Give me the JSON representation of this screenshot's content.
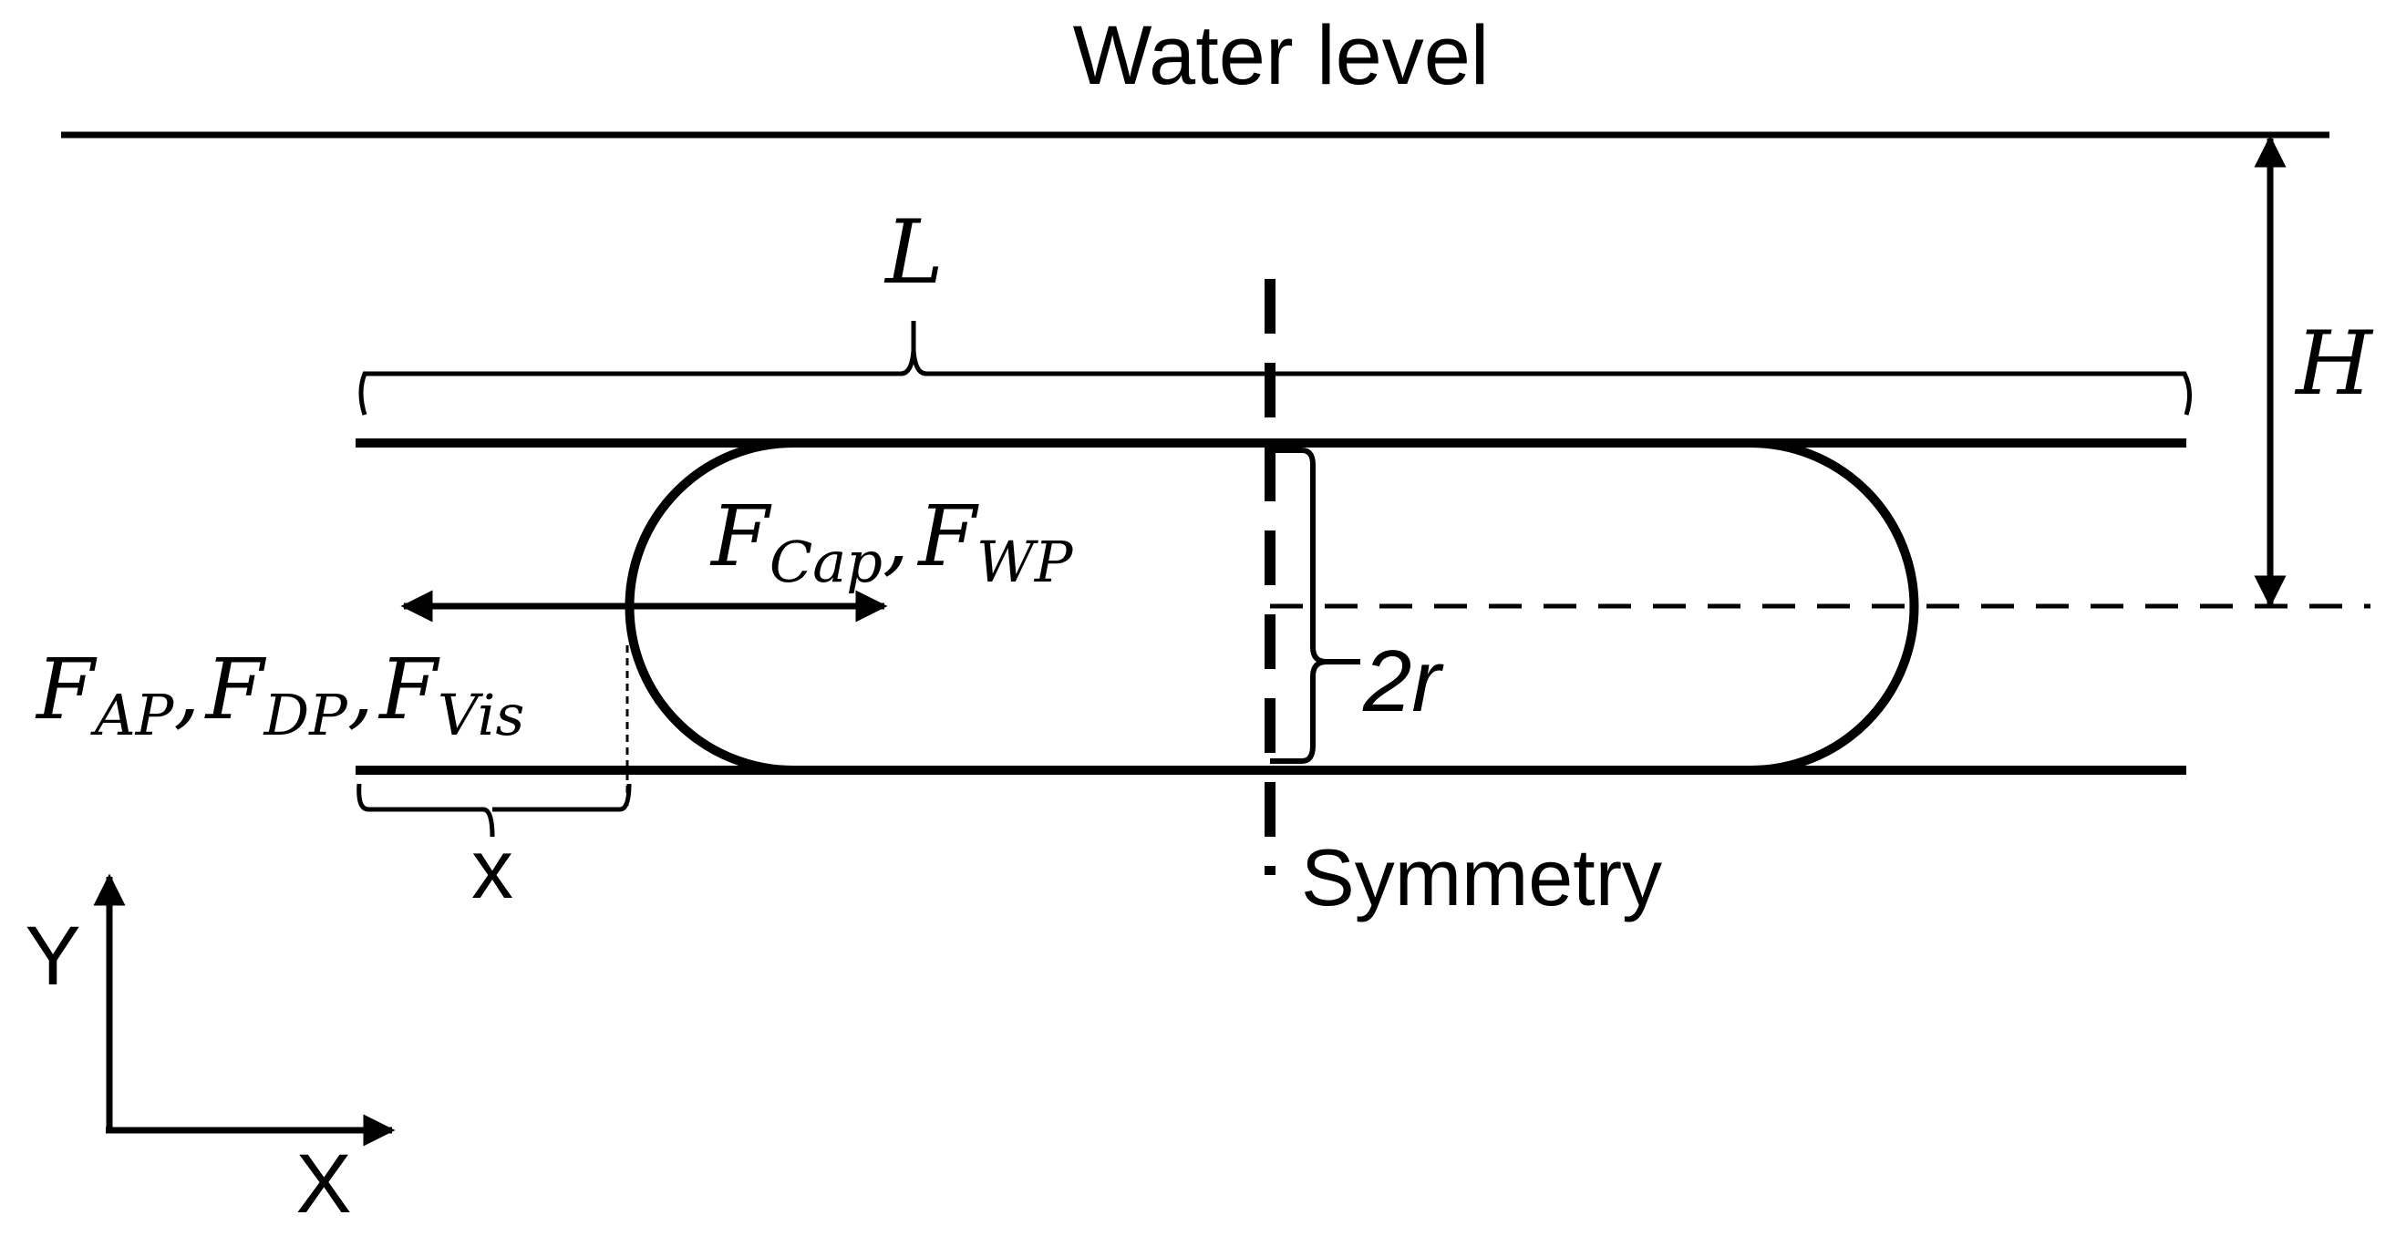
{
  "labels": {
    "water_level": "Water level",
    "length": "L",
    "height": "H",
    "radius": "2r",
    "position": "x",
    "symmetry": "Symmetry",
    "axis_y": "Y",
    "axis_x": "X"
  },
  "forces": {
    "right": [
      {
        "letter": "F",
        "sub": "Cap",
        "sep": ","
      },
      {
        "letter": "F",
        "sub": "WP",
        "sep": ""
      }
    ],
    "left": [
      {
        "letter": "F",
        "sub": "AP",
        "sep": ","
      },
      {
        "letter": "F",
        "sub": "DP",
        "sep": ","
      },
      {
        "letter": "F",
        "sub": "Vis",
        "sep": ""
      }
    ]
  },
  "colors": {
    "stroke": "#000000",
    "background": "#ffffff"
  }
}
